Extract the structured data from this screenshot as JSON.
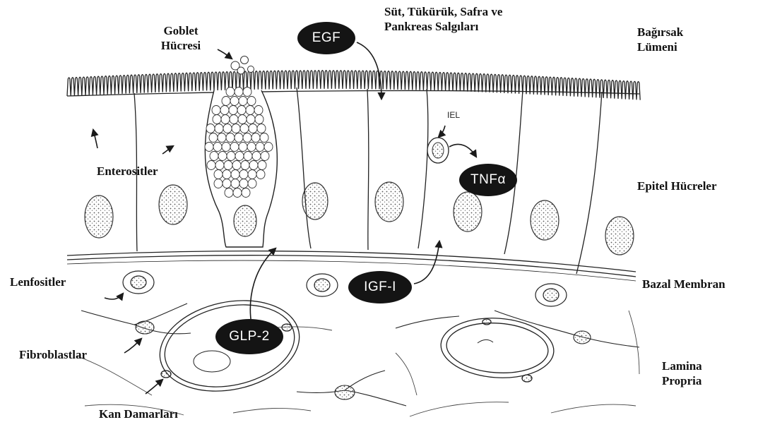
{
  "labels": {
    "goblet_line1": "Goblet",
    "goblet_line2": "Hücresi",
    "secretions_line1": "Süt, Tükürük, Safra ve",
    "secretions_line2": "Pankreas Salgıları",
    "lumen_line1": "Bağırsak",
    "lumen_line2": "Lümeni",
    "enterocytes": "Enterositler",
    "epithelial": "Epitel Hücreler",
    "lymphocytes": "Lenfositler",
    "basal_membrane": "Bazal Membran",
    "fibroblasts": "Fibroblastlar",
    "lamina_line1": "Lamina",
    "lamina_line2": "Propria",
    "vessels": "Kan Damarları",
    "iel": "IEL"
  },
  "factors": {
    "egf": "EGF",
    "tnf": "TNFα",
    "igf": "IGF-I",
    "glp2": "GLP-2"
  },
  "colors": {
    "ink": "#1a1a1a",
    "pill_fill": "#141414",
    "pill_text": "#ffffff",
    "background": "#ffffff"
  }
}
